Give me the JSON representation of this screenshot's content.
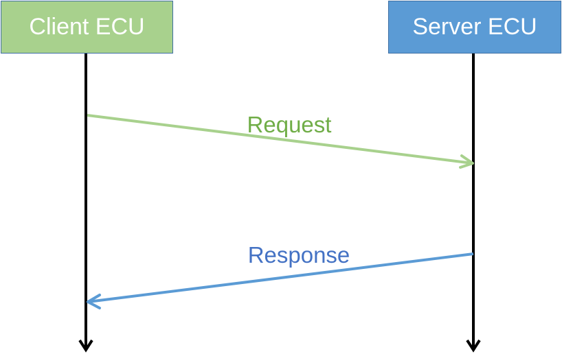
{
  "participants": {
    "client": {
      "label": "Client ECU",
      "color": "#a8d18d"
    },
    "server": {
      "label": "Server ECU",
      "color": "#5b9bd5"
    }
  },
  "messages": {
    "request": {
      "label": "Request",
      "from": "client",
      "to": "server",
      "color": "#a8d18d",
      "text_color": "#70ad47"
    },
    "response": {
      "label": "Response",
      "from": "server",
      "to": "client",
      "color": "#5b9bd5",
      "text_color": "#4472c4"
    }
  },
  "lifeline_color": "#000000",
  "border_color": "#3d6ea3"
}
